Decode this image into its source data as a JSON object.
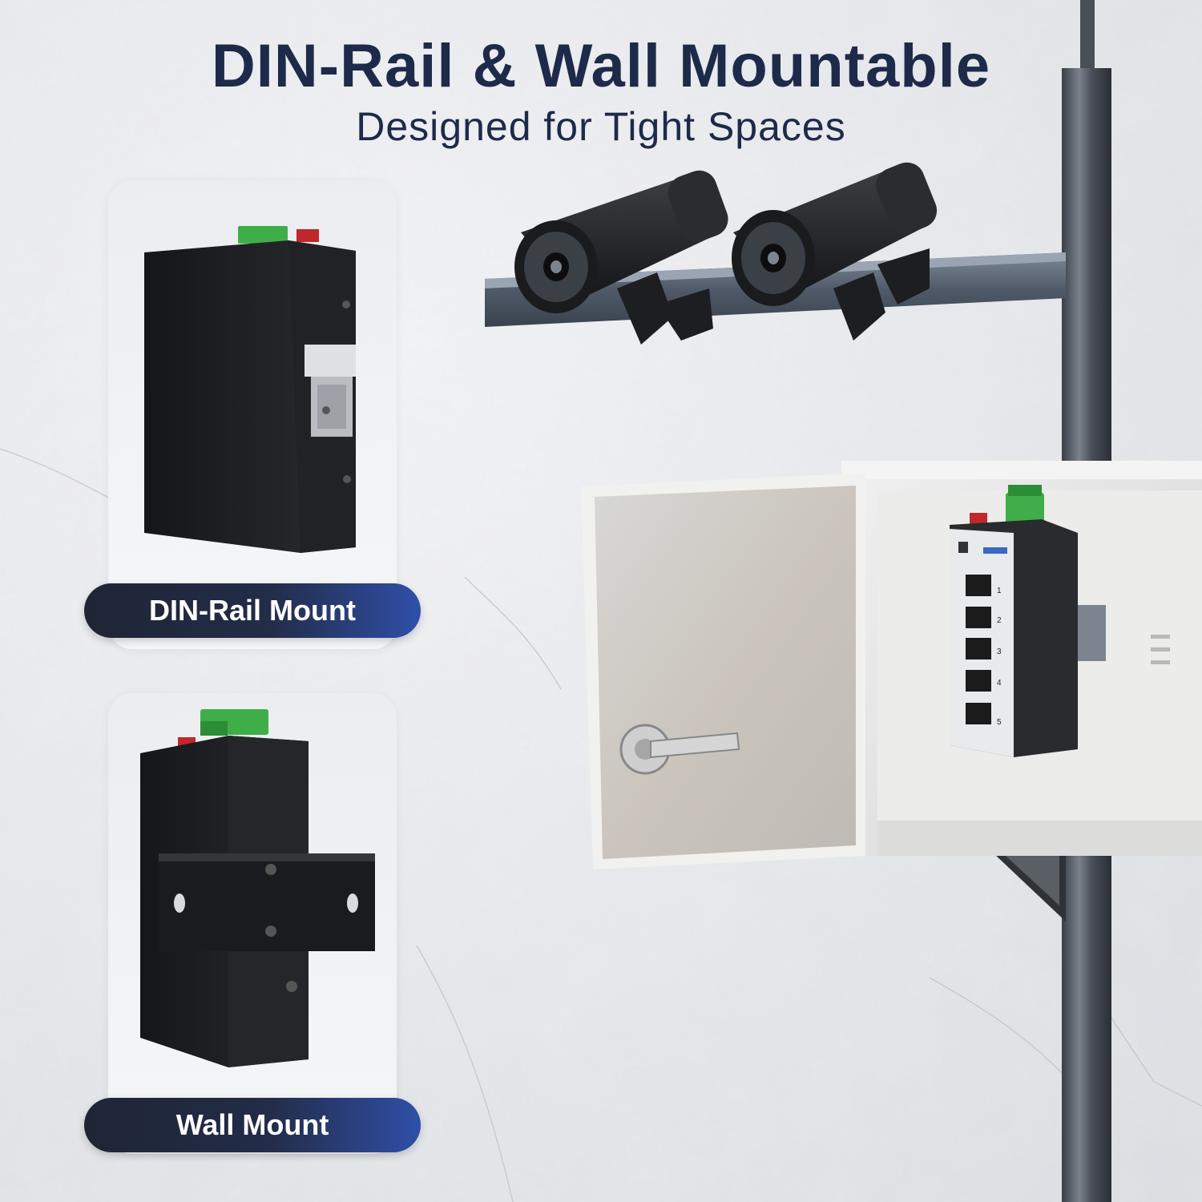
{
  "header": {
    "title": "DIN-Rail & Wall Mountable",
    "subtitle": "Designed for Tight Spaces"
  },
  "labels": {
    "din_rail": "DIN-Rail Mount",
    "wall": "Wall Mount"
  },
  "switch_front": {
    "port_numbers": [
      "1",
      "2",
      "3",
      "4",
      "5"
    ]
  },
  "colors": {
    "heading": "#1e2a4a",
    "pill_dark": "#1f2535",
    "pill_blue": "#2f4fa8",
    "terminal_green": "#3fae49",
    "device_black": "#1b1c1f"
  }
}
